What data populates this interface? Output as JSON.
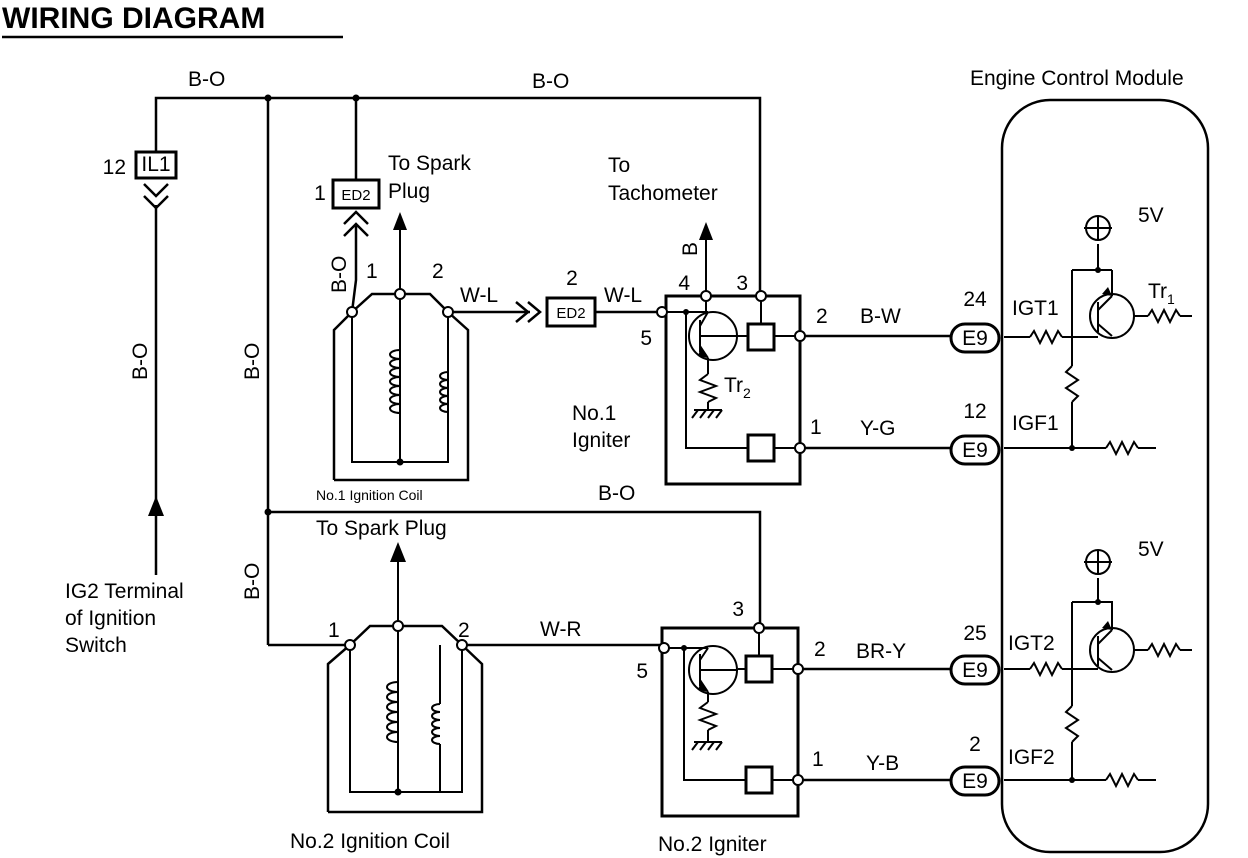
{
  "title": "WIRING DIAGRAM",
  "ecm": {
    "label": "Engine Control Module",
    "top": {
      "voltage": "5V",
      "transistor": "Tr",
      "transistor_sub": "1",
      "igt": "IGT1",
      "igf": "IGF1"
    },
    "bottom": {
      "voltage": "5V",
      "igt": "IGT2",
      "igf": "IGF2"
    }
  },
  "wires": {
    "bo_top_left": "B-O",
    "bo_top_right": "B-O",
    "bo_vert_left": "B-O",
    "bo_vert_mid": "B-O",
    "bo_ed2_vert": "B-O",
    "bo_lower_vert": "B-O",
    "bo_mid_horizontal": "B-O",
    "wl_left": "W-L",
    "wl_right": "W-L",
    "tach_wire": "B",
    "bw": "B-W",
    "yg": "Y-G",
    "wr": "W-R",
    "bry": "BR-Y",
    "yb": "Y-B"
  },
  "connectors": {
    "il1": {
      "id": "IL1",
      "pin": "12"
    },
    "ed2_top": {
      "id": "ED2",
      "pin": "1"
    },
    "ed2_mid": {
      "id": "ED2",
      "pin": "2"
    },
    "e9_24": {
      "id": "E9",
      "pin": "24"
    },
    "e9_12": {
      "id": "E9",
      "pin": "12"
    },
    "e9_25": {
      "id": "E9",
      "pin": "25"
    },
    "e9_2": {
      "id": "E9",
      "pin": "2"
    }
  },
  "labels": {
    "to_spark_plug_1_line1": "To Spark",
    "to_spark_plug_1_line2": "Plug",
    "to_tach_line1": "To",
    "to_tach_line2": "Tachometer",
    "to_spark_plug_2": "To Spark Plug",
    "ig2_line1": "IG2 Terminal",
    "ig2_line2": "of Ignition",
    "ig2_line3": "Switch",
    "coil1": "No.1 Ignition Coil",
    "coil2": "No.2 Ignition Coil",
    "igniter1_line1": "No.1",
    "igniter1_line2": "Igniter",
    "igniter2": "No.2 Igniter",
    "tr2": "Tr",
    "tr2_sub": "2"
  },
  "pins": {
    "coil1_1": "1",
    "coil1_2": "2",
    "ign1_4": "4",
    "ign1_3": "3",
    "ign1_5": "5",
    "ign1_2": "2",
    "ign1_1": "1",
    "coil2_1": "1",
    "coil2_2": "2",
    "ign2_3": "3",
    "ign2_5": "5",
    "ign2_2": "2",
    "ign2_1": "1"
  }
}
